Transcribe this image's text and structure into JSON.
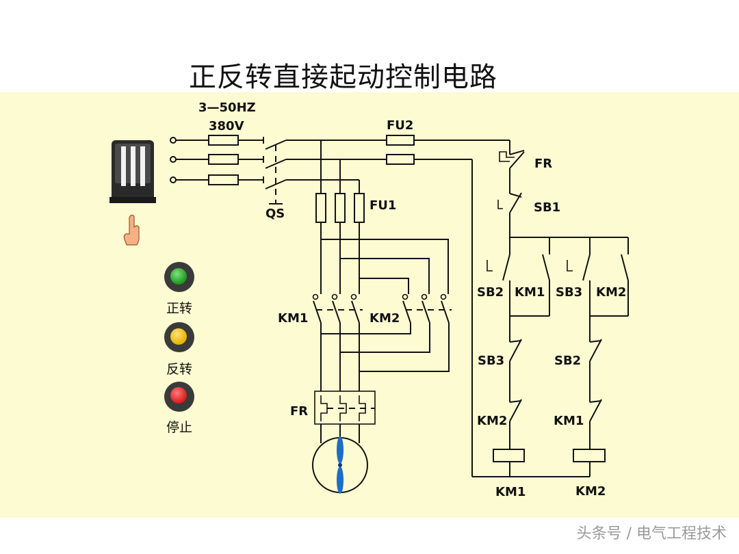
{
  "title": "正反转直接起动控制电路",
  "watermark": "头条号 / 电气工程技术",
  "buttons": [
    {
      "label": "正转",
      "color": "#1f9a1f"
    },
    {
      "label": "反转",
      "color": "#e8b400"
    },
    {
      "label": "停止",
      "color": "#d81e1e"
    }
  ],
  "labels": {
    "supply_line1": "3—50HZ",
    "supply_line2": "380V",
    "qs": "QS",
    "fu1": "FU1",
    "fu2": "FU2",
    "km1_main": "KM1",
    "km2_main": "KM2",
    "fr_main": "FR",
    "fr_ctrl": "FR",
    "sb1": "SB1",
    "sb2_start": "SB2",
    "km1_hold": "KM1",
    "sb3_start": "SB3",
    "km2_hold": "KM2",
    "sb3_inter": "SB3",
    "sb2_inter": "SB2",
    "km2_inter": "KM2",
    "km1_inter": "KM1",
    "coil_km1": "KM1",
    "coil_km2": "KM2"
  }
}
